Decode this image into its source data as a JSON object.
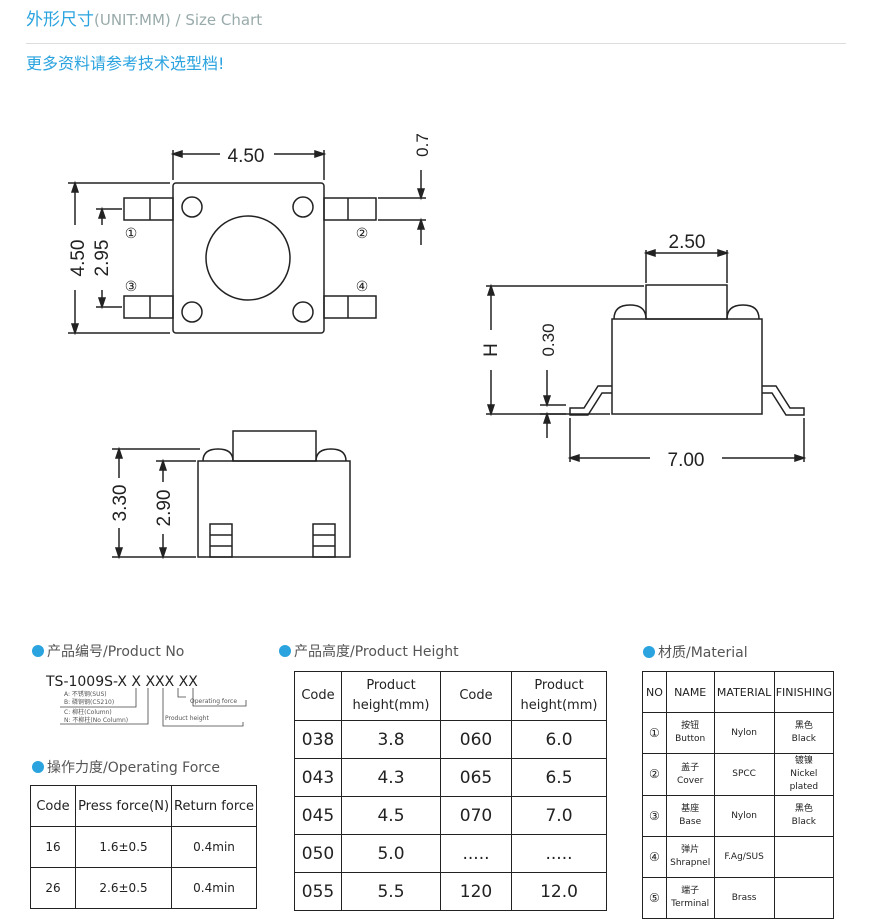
{
  "header": {
    "title_cn": "外形尺寸",
    "title_en": "(UNIT:MM) / Size Chart",
    "subtitle": "更多资料请参考技术选型档!"
  },
  "drawing": {
    "top_width": "4.50",
    "top_height": "4.50",
    "pin_span": "2.95",
    "pin_width": "0.7",
    "pin_labels": [
      "①",
      "②",
      "③",
      "④"
    ],
    "side_button_width": "2.50",
    "side_h": "H",
    "side_base": "0.30",
    "side_total": "7.00",
    "front_total": "3.30",
    "front_body": "2.90"
  },
  "product_no": {
    "title": "产品编号/Product No",
    "code": "TS-1009S-X X XXX XX",
    "legend_a": "A: 不锈钢(SUS)",
    "legend_b": "B: 磷铜钢(C5210)",
    "legend_c": "C: 柳柱(Column)",
    "legend_n": "N: 不柳柱(No Column)",
    "op_force": "Operating force",
    "prod_height": "Product height"
  },
  "operating_force": {
    "title": "操作力度/Operating Force",
    "headers": [
      "Code",
      "Press force(N)",
      "Return force"
    ],
    "rows": [
      [
        "16",
        "1.6±0.5",
        "0.4min"
      ],
      [
        "26",
        "2.6±0.5",
        "0.4min"
      ]
    ]
  },
  "product_height": {
    "title": "产品高度/Product Height",
    "headers": [
      "Code",
      "Product height(mm)",
      "Code",
      "Product height(mm)"
    ],
    "rows": [
      [
        "038",
        "3.8",
        "060",
        "6.0"
      ],
      [
        "043",
        "4.3",
        "065",
        "6.5"
      ],
      [
        "045",
        "4.5",
        "070",
        "7.0"
      ],
      [
        "050",
        "5.0",
        ".....",
        "....."
      ],
      [
        "055",
        "5.5",
        "120",
        "12.0"
      ]
    ]
  },
  "material": {
    "title": "材质/Material",
    "headers": [
      "NO",
      "NAME",
      "MATERIAL",
      "FINISHING"
    ],
    "rows": [
      {
        "no": "①",
        "name_cn": "按钮",
        "name_en": "Button",
        "material": "Nylon",
        "fin_cn": "黑色",
        "fin_en": "Black"
      },
      {
        "no": "②",
        "name_cn": "盖子",
        "name_en": "Cover",
        "material": "SPCC",
        "fin_cn": "镀镍",
        "fin_en": "Nickel plated"
      },
      {
        "no": "③",
        "name_cn": "基座",
        "name_en": "Base",
        "material": "Nylon",
        "fin_cn": "黑色",
        "fin_en": "Black"
      },
      {
        "no": "④",
        "name_cn": "弹片",
        "name_en": "Shrapnel",
        "material": "F.Ag/SUS",
        "fin_cn": "",
        "fin_en": ""
      },
      {
        "no": "⑤",
        "name_cn": "端子",
        "name_en": "Terminal",
        "material": "Brass",
        "fin_cn": "",
        "fin_en": ""
      }
    ]
  }
}
